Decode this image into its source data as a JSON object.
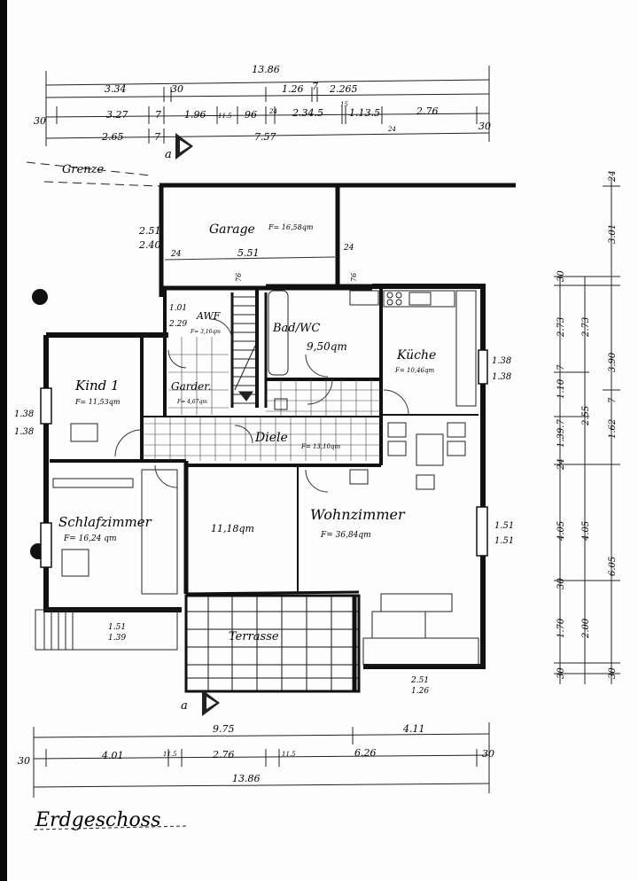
{
  "title": "Erdgeschoss",
  "grenze": "Grenze",
  "section_marker": "a",
  "rooms": {
    "garage": {
      "name": "Garage",
      "area": "F= 16,58qm"
    },
    "abstell": {
      "name": "AWF",
      "area": "F= 3,16qm"
    },
    "bad": {
      "name": "Bad/WC",
      "area": "9,50qm"
    },
    "kueche": {
      "name": "Küche",
      "area": "F= 10,46qm"
    },
    "kind": {
      "name": "Kind 1",
      "area": "F= 11,53qm"
    },
    "garderobe": {
      "name": "Garder.",
      "area": "F= 4,67qm"
    },
    "diele": {
      "name": "Diele",
      "area": "F= 13,10qm"
    },
    "schlafzimmer": {
      "name": "Schlafzimmer",
      "area": "F= 16,24 qm"
    },
    "mitte": {
      "name": "",
      "area": "11,18qm"
    },
    "wohnzimmer": {
      "name": "Wohnzimmer",
      "area": "F= 36,84qm"
    },
    "terrasse": {
      "name": "Terrasse",
      "area": ""
    }
  },
  "dims_top": {
    "row1": "13.86",
    "row2": [
      "3.34",
      "30",
      "1.26",
      "7",
      "2.265"
    ],
    "row3": [
      "30",
      "3.27",
      "7",
      "1.96",
      "11.5",
      "96",
      "24",
      "2.34.5",
      "15",
      "1.13.5",
      "2.76",
      "30"
    ],
    "row4": [
      "2.65",
      "7",
      "7.57",
      "24"
    ]
  },
  "dims_garage": {
    "left_top": "2.51",
    "left_bottom": "2.40",
    "inner_left": "24",
    "width": "5.51",
    "inner_right": "24"
  },
  "dims_small": {
    "awf_w": "1.01",
    "awf_h": "2.29",
    "top_a": "76",
    "top_b": "76"
  },
  "dims_left": {
    "top": "1.38",
    "bottom": "1.38"
  },
  "dims_kueche_window": {
    "top": "1.38",
    "bottom": "1.38"
  },
  "dims_wohn_window": {
    "top": "1.51",
    "bottom": "1.51"
  },
  "dims_terrasse": {
    "left_a": "1.51",
    "left_b": "1.39",
    "right_a": "2.51",
    "right_b": "1.26"
  },
  "dims_bottom": {
    "row1": [
      "9.75",
      "4.11"
    ],
    "row2": [
      "30",
      "4.01",
      "11.5",
      "2.76",
      "11.5",
      "6.26",
      "30"
    ],
    "row3": "13.86"
  },
  "dims_right": {
    "col1": [
      "30",
      "2.73",
      "7",
      "1.10",
      "1.39.7",
      "24",
      "4.05",
      "30",
      "1.70",
      "30"
    ],
    "col2": [
      "2.73",
      "2.55",
      "4.05",
      "2.00"
    ],
    "col3": [
      "24",
      "3.01",
      "3.90",
      "7",
      "1.62",
      "6.05",
      "30"
    ]
  }
}
